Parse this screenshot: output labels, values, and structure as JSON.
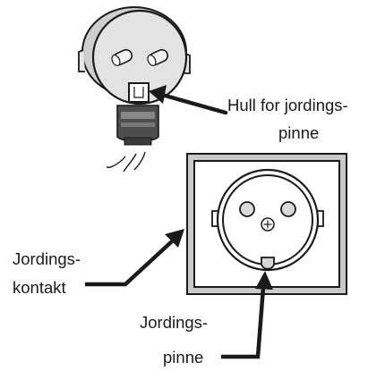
{
  "labels": {
    "hole_line1": "Hull for jordings-",
    "hole_line2": "pinne",
    "contact_line1": "Jordings-",
    "contact_line2": "kontakt",
    "pin_line1": "Jordings-",
    "pin_line2": "pinne"
  },
  "colors": {
    "stroke": "#1a1a1a",
    "frame_gray": "#c8c8c8",
    "plug_gray": "#d9d9d9",
    "collar": "#555555"
  }
}
